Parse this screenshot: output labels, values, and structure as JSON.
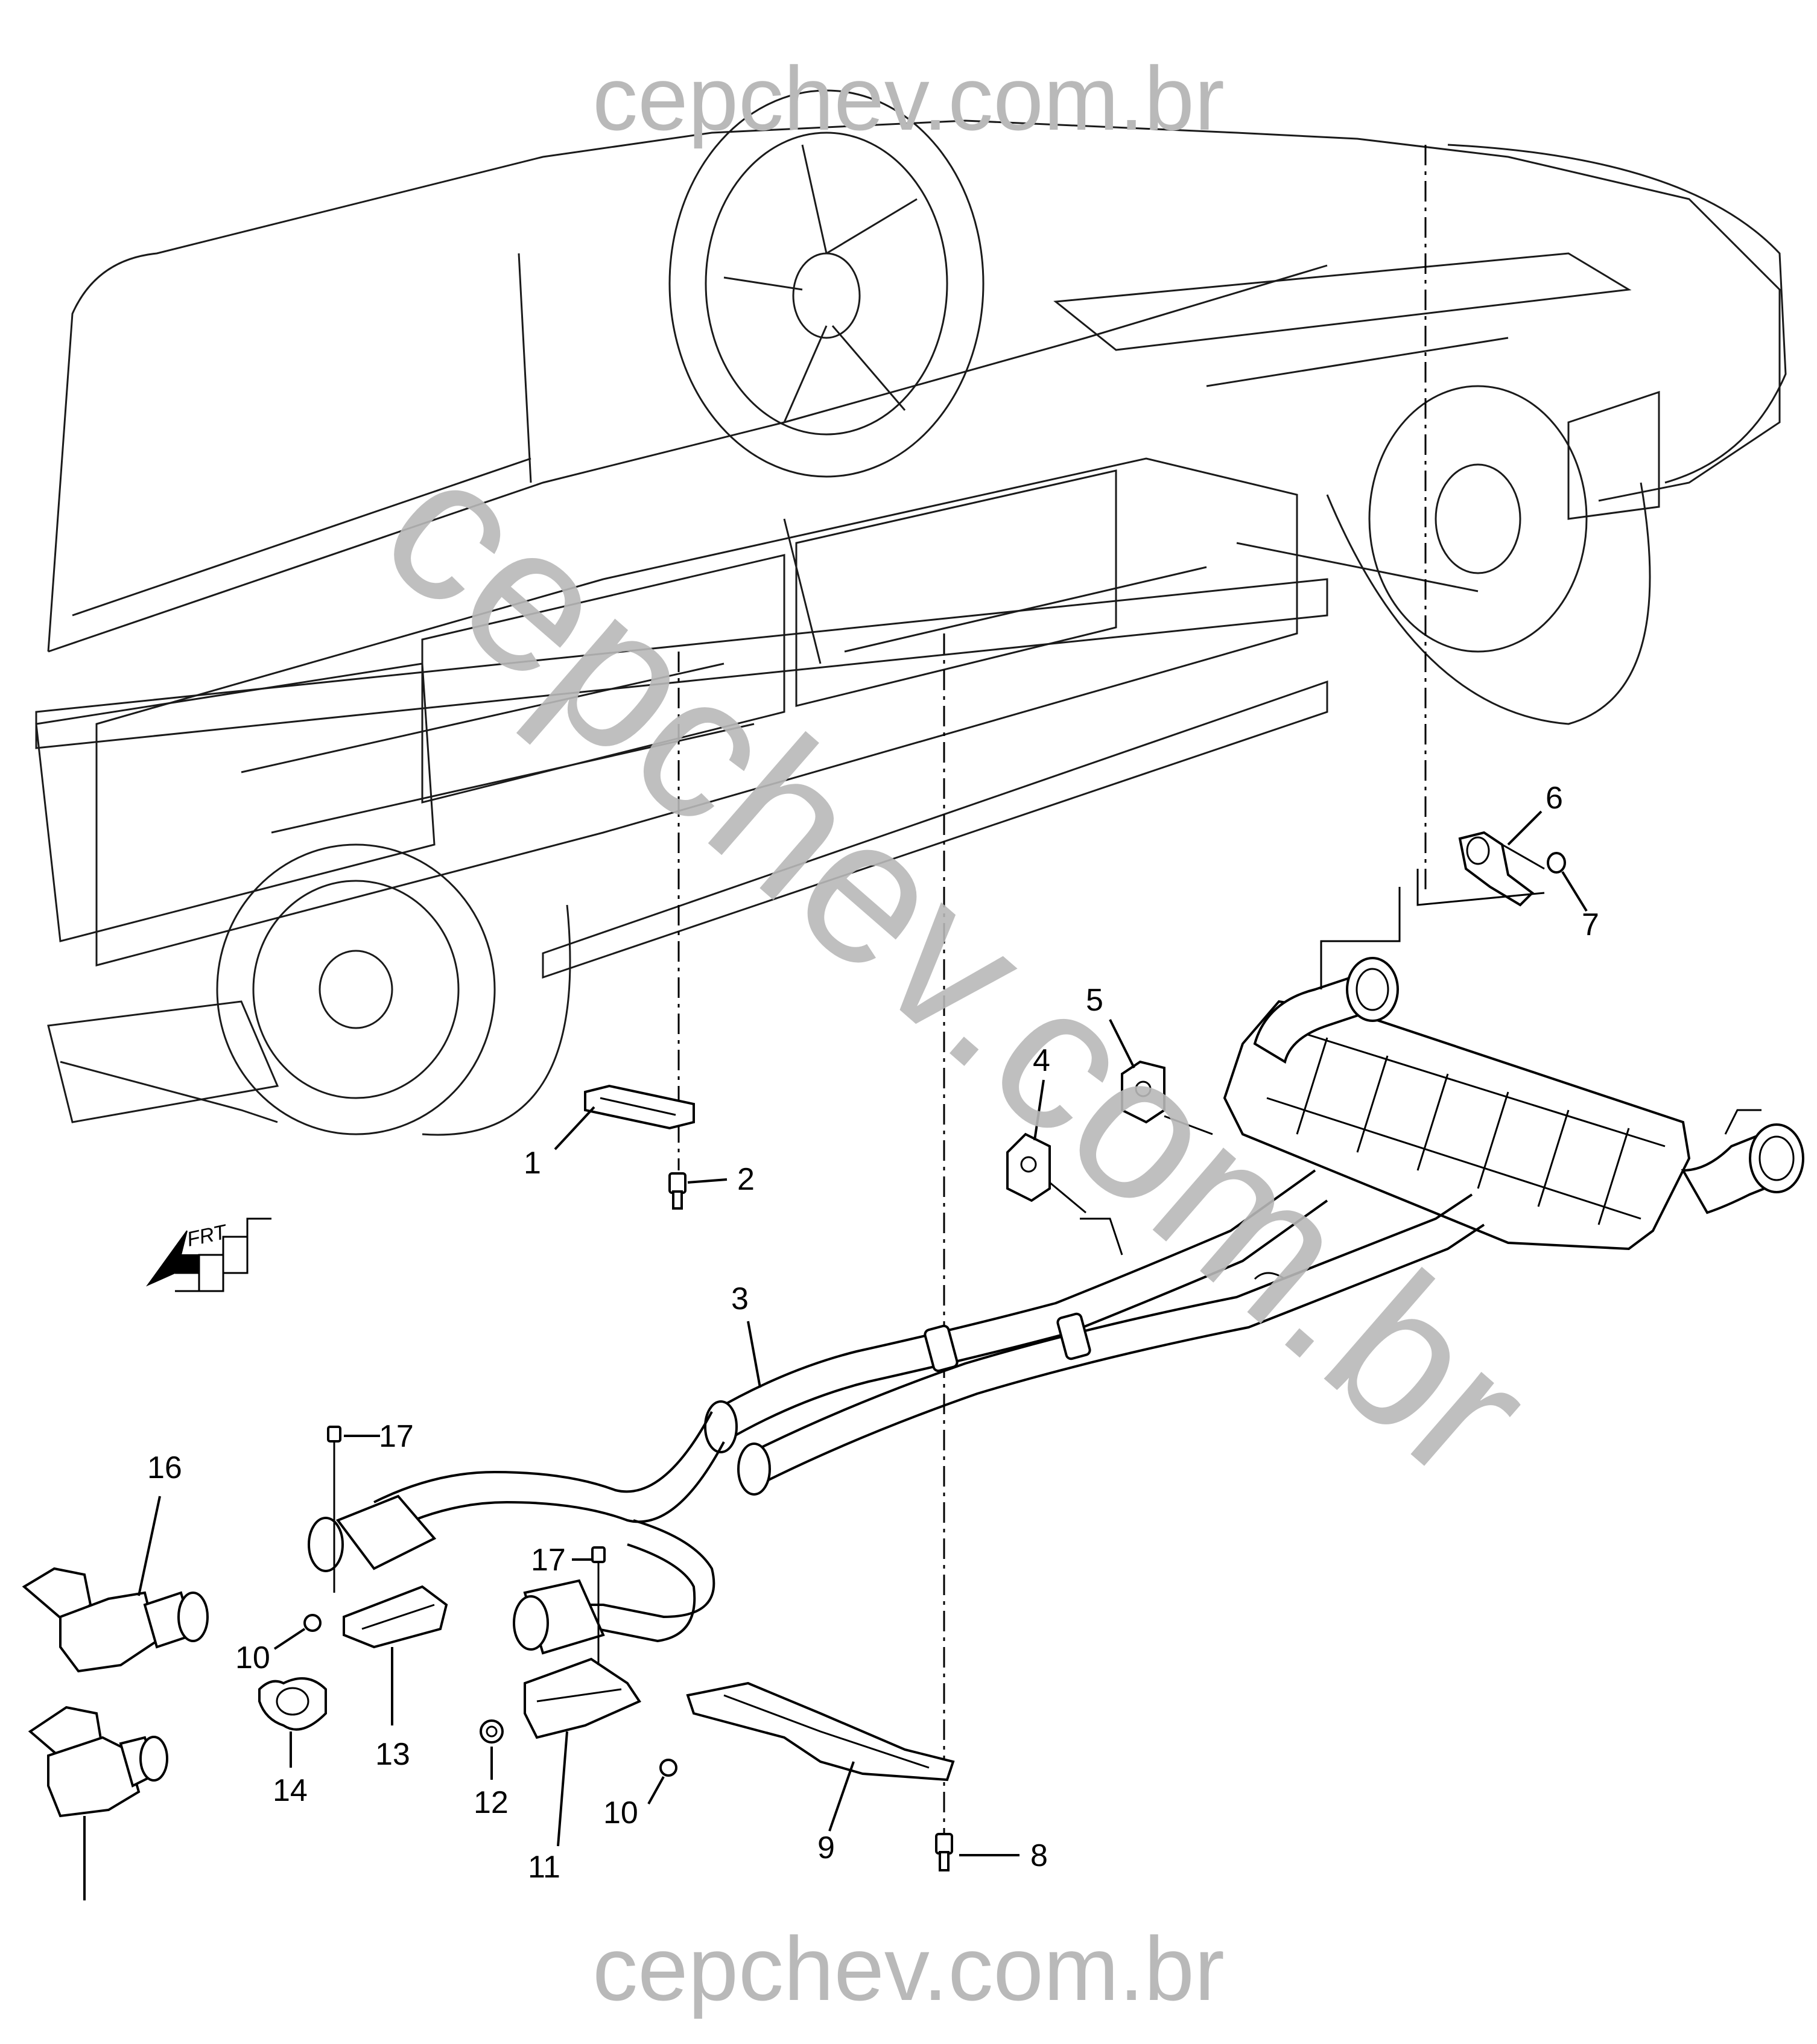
{
  "watermark": {
    "top": "cepchev.com.br",
    "bottom": "cepchev.com.br",
    "diagonal": "cepchev.com.br"
  },
  "direction_indicator": {
    "label": "FRT",
    "icon": "front-direction-arrow-icon"
  },
  "callouts": [
    {
      "id": "1",
      "label": "1"
    },
    {
      "id": "2",
      "label": "2"
    },
    {
      "id": "3",
      "label": "3"
    },
    {
      "id": "4",
      "label": "4"
    },
    {
      "id": "5",
      "label": "5"
    },
    {
      "id": "6",
      "label": "6"
    },
    {
      "id": "7",
      "label": "7"
    },
    {
      "id": "8",
      "label": "8"
    },
    {
      "id": "9",
      "label": "9"
    },
    {
      "id": "10a",
      "label": "10"
    },
    {
      "id": "10b",
      "label": "10"
    },
    {
      "id": "11",
      "label": "11"
    },
    {
      "id": "12",
      "label": "12"
    },
    {
      "id": "13",
      "label": "13"
    },
    {
      "id": "14",
      "label": "14"
    },
    {
      "id": "16",
      "label": "16"
    },
    {
      "id": "17a",
      "label": "17"
    },
    {
      "id": "17b",
      "label": "17"
    }
  ]
}
